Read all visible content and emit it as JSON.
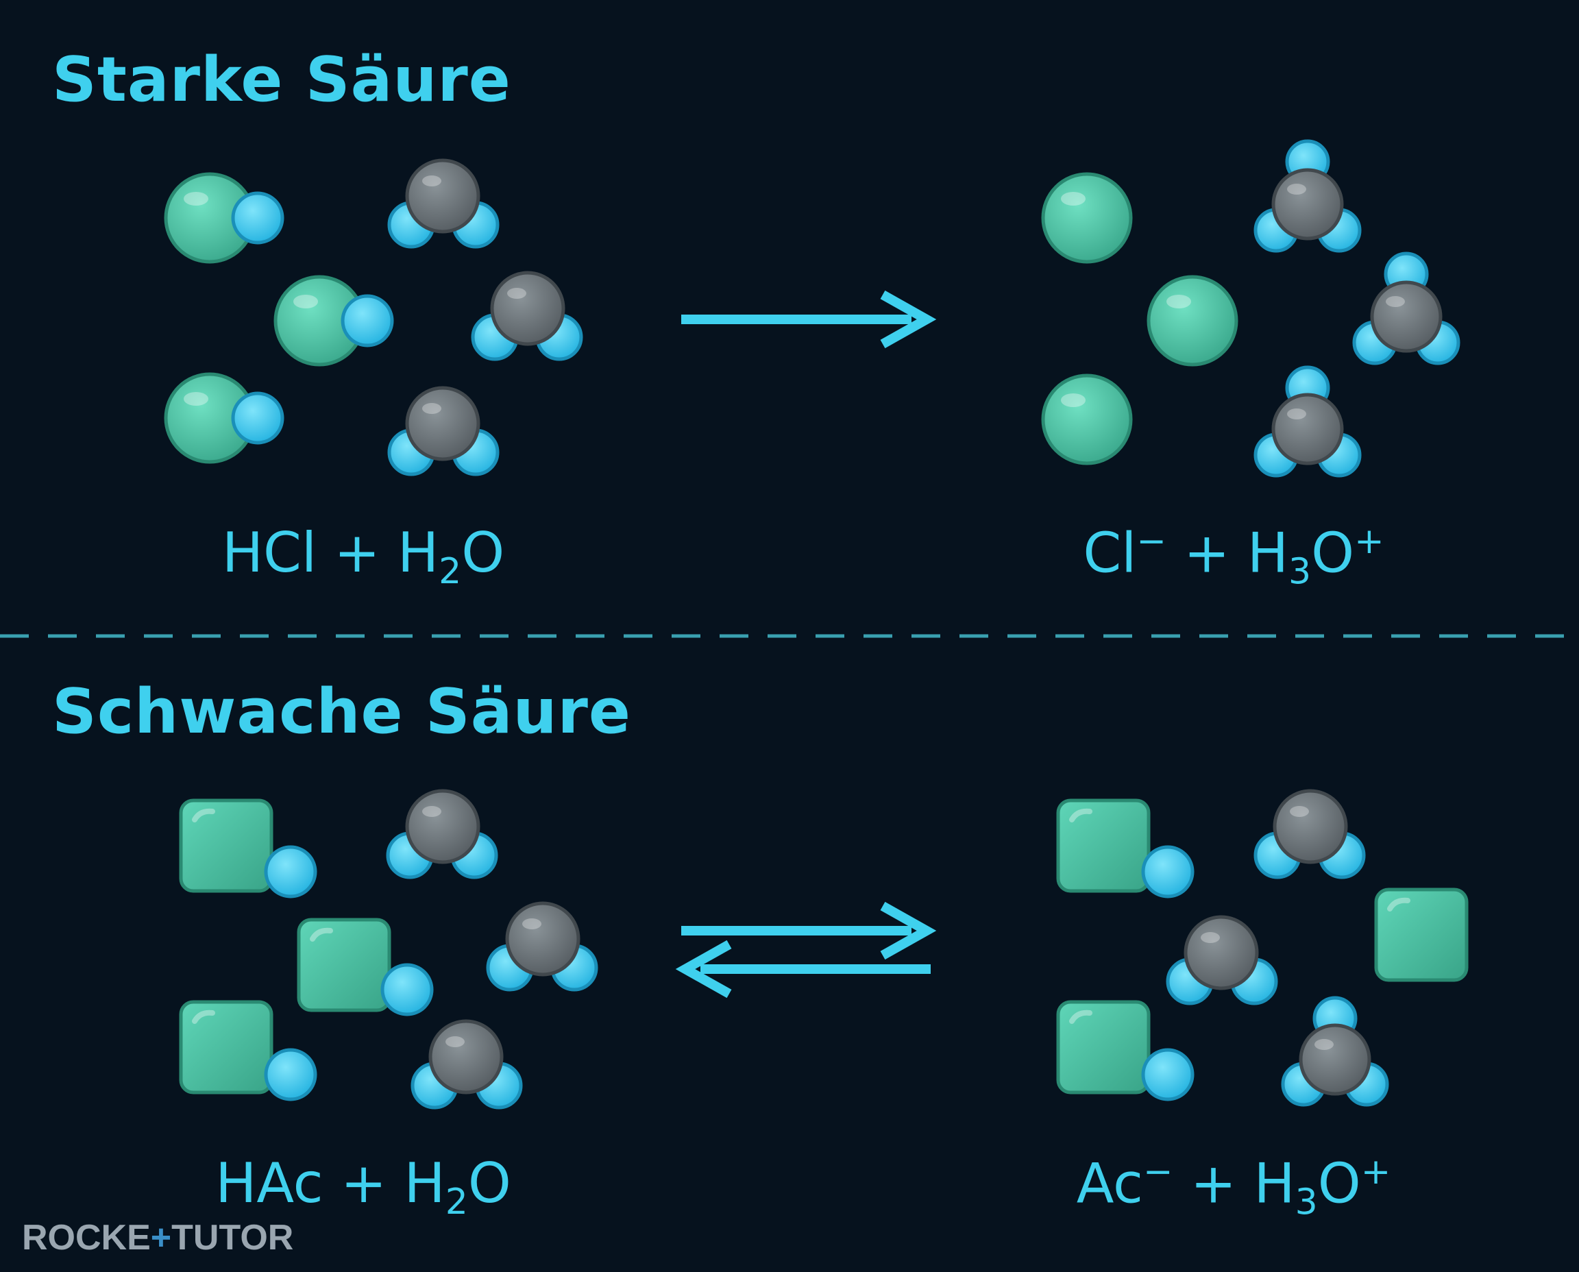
{
  "sections": {
    "strong": {
      "title": "Starke Säure",
      "left": {
        "a": "HCl + H",
        "sub": "2",
        "b": "O"
      },
      "right": {
        "a": "Cl",
        "sup1": "−",
        "b": " + H",
        "sub": "3",
        "c": "O",
        "sup2": "+"
      }
    },
    "weak": {
      "title": "Schwache Säure",
      "left": {
        "a": "HAc + H",
        "sub": "2",
        "b": "O"
      },
      "right": {
        "a": "Ac",
        "sup1": "−",
        "b": " + H",
        "sub": "3",
        "c": "O",
        "sup2": "+"
      }
    }
  },
  "logo": {
    "part1": "ROCKE",
    "part2": "+",
    "part3": "TUTOR"
  },
  "colors": {
    "background": "#06121e",
    "accent": "#3fd0ee",
    "acid_atom": "#4cc7a9",
    "oxygen_atom": "#6b7378",
    "hydrogen_atom": "#3cc8f0"
  }
}
